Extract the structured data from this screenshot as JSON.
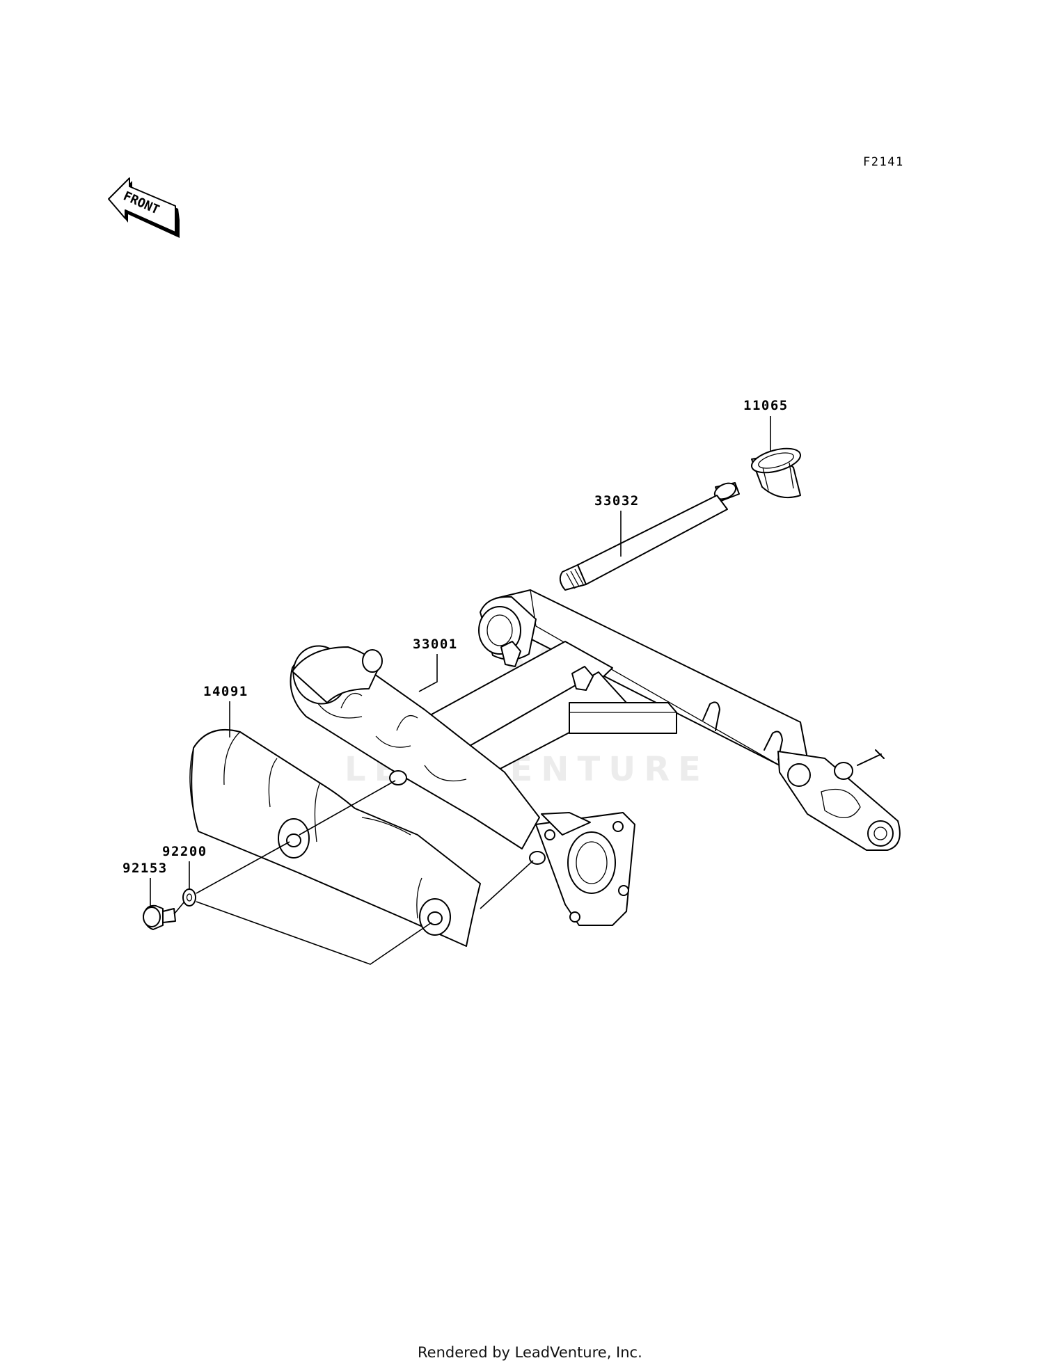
{
  "diagram_code": "F2141",
  "front_arrow_label": "FRONT",
  "watermark": "LEADVENTURE",
  "parts": [
    {
      "number": "11065"
    },
    {
      "number": "33032"
    },
    {
      "number": "33001"
    },
    {
      "number": "14091"
    },
    {
      "number": "92200"
    },
    {
      "number": "92153"
    }
  ],
  "footer": "Rendered by LeadVenture, Inc."
}
